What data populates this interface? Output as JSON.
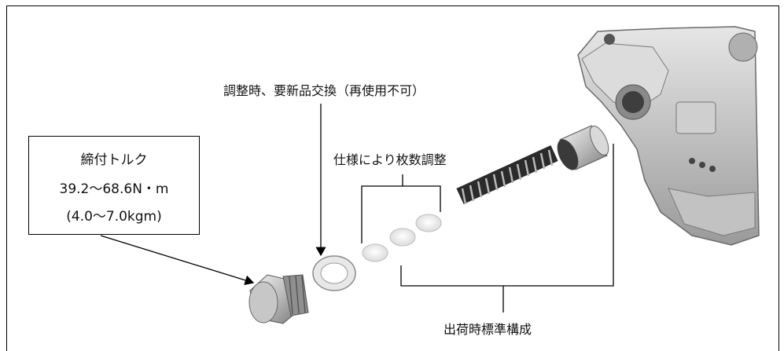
{
  "torque_box": {
    "title": "締付トルク",
    "value_nm": "39.2〜68.6N・m",
    "value_kgm": "(4.0〜7.0kgm)"
  },
  "callouts": {
    "washer_note": "調整時、要新品交換（再使用不可）",
    "shim_note": "仕様により枚数調整",
    "standard_config": "出荷時標準構成"
  }
}
